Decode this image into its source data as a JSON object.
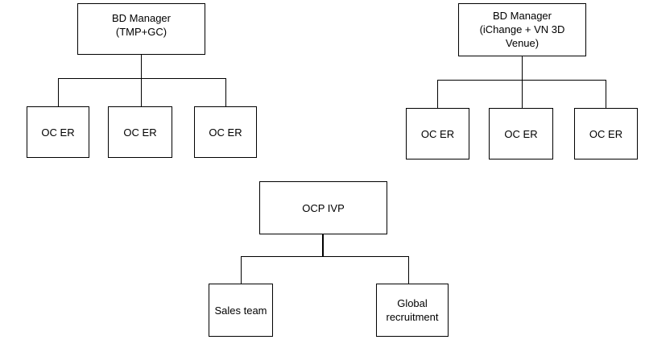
{
  "chart_a": {
    "root": "BD Manager\n(TMP+GC)",
    "children": [
      "OC ER",
      "OC ER",
      "OC ER"
    ]
  },
  "chart_b": {
    "root": "BD Manager\n(iChange  + VN 3D\nVenue)",
    "children": [
      "OC ER",
      "OC ER",
      "OC ER"
    ]
  },
  "chart_c": {
    "root": "OCP IVP",
    "children": [
      "Sales team",
      "Global\nrecruitment"
    ]
  }
}
